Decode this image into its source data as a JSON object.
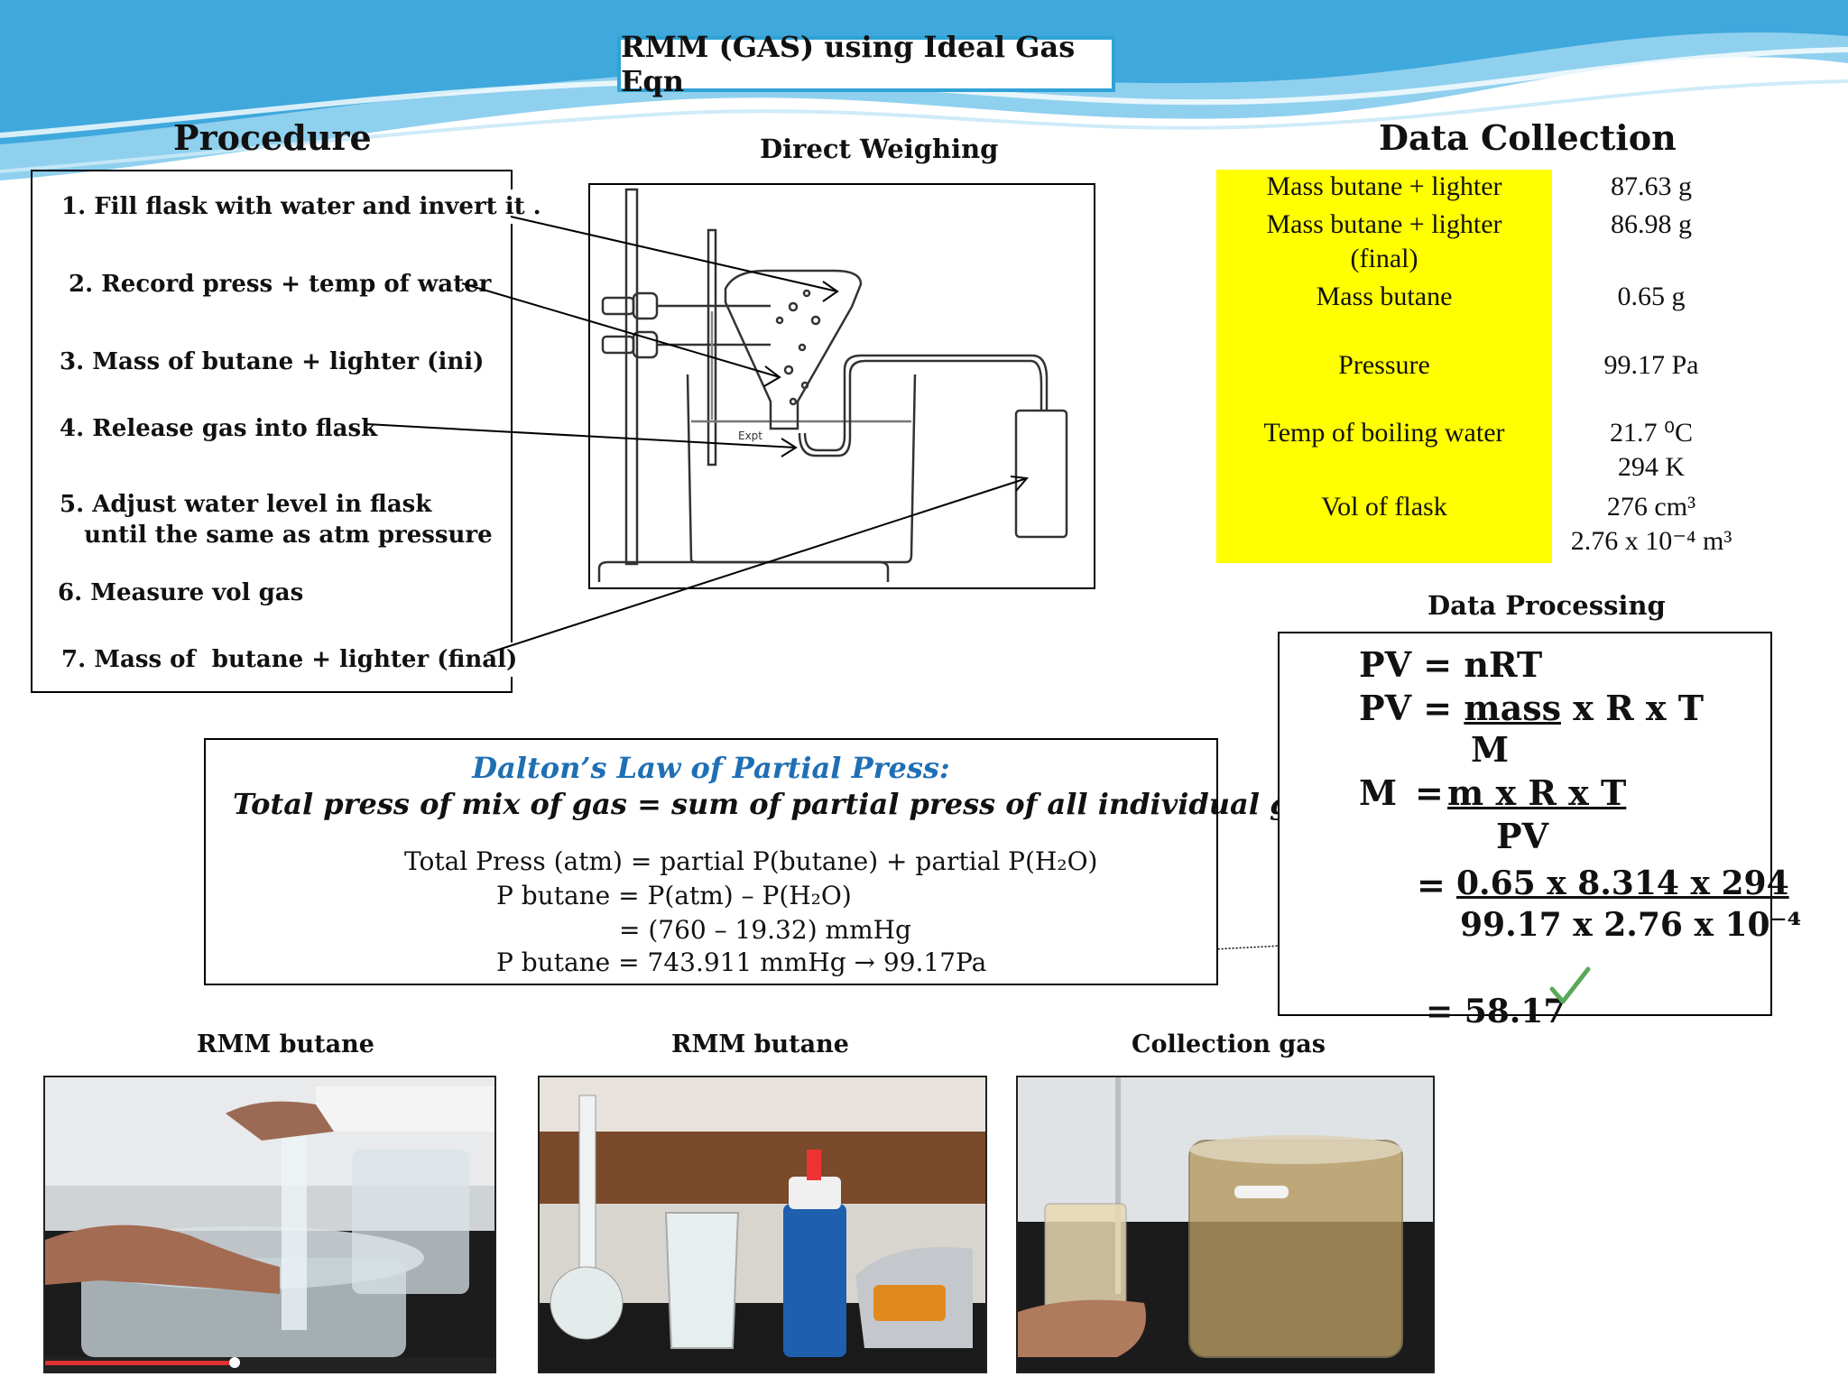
{
  "title": "RMM (GAS) using Ideal Gas Eqn",
  "procedure": {
    "heading": "Procedure",
    "steps": [
      "1. Fill flask with water and invert it .",
      "2. Record press + temp of water",
      "3. Mass of butane + lighter (ini)",
      "4. Release gas into flask",
      "5. Adjust water level in flask\n   until the same as atm pressure",
      "6. Measure vol gas",
      "7. Mass of  butane + lighter (final)"
    ]
  },
  "direct_weighing": {
    "heading": "Direct Weighing",
    "beaker_label": "Expt"
  },
  "data_collection": {
    "heading": "Data Collection",
    "rows": [
      {
        "label": "Mass butane + lighter",
        "value": "87.63 g"
      },
      {
        "label": "Mass butane + lighter\n(final)",
        "value": "86.98 g"
      },
      {
        "label": "Mass butane",
        "value": "0.65 g"
      },
      {
        "label": "Pressure",
        "value": "99.17  Pa"
      },
      {
        "label": "Temp of boiling water",
        "value": "21.7 ⁰C\n294 K"
      },
      {
        "label": "Vol of flask",
        "value": "276 cm³\n2.76 x 10⁻⁴ m³"
      }
    ]
  },
  "dalton": {
    "title": "Dalton’s Law of Partial Press:",
    "statement": "Total press of mix of gas = sum of partial press of all  individual gas",
    "lines": [
      "Total Press (atm) = partial P(butane) + partial P(H₂O)",
      "P butane  = P(atm) – P(H₂O)",
      "= (760 – 19.32) mmHg",
      "P butane  = 743.911 mmHg → 99.17Pa"
    ]
  },
  "data_processing": {
    "heading": "Data Processing",
    "lines": [
      "PV =  nRT",
      "PV = ",
      "mass",
      " x R x T",
      "M",
      "M",
      "=",
      "m x R x T",
      "PV",
      "=  ",
      "0.65 x 8.314 x 294",
      "99.17 x 2.76 x 10⁻⁴",
      "= 58.17"
    ]
  },
  "photos": [
    {
      "label": "RMM butane"
    },
    {
      "label": "RMM butane"
    },
    {
      "label": "Collection gas"
    }
  ],
  "colors": {
    "accent": "#2fa3d6",
    "highlight": "#ffff00",
    "dalton_title": "#1f6fb4",
    "check": "#5aa85a"
  }
}
